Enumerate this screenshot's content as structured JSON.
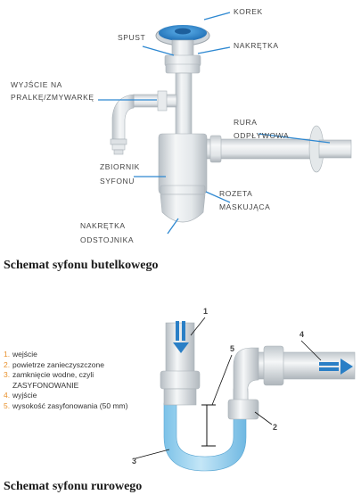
{
  "top_diagram": {
    "labels": {
      "korek": "KOREK",
      "spust": "SPUST",
      "nakretka": "NAKRĘTKA",
      "wyjscie_1": "WYJŚCIE NA",
      "wyjscie_2": "PRALKĘ/ZMYWARKĘ",
      "rura_1": "RURA",
      "rura_2": "ODPŁYWOWA",
      "zbiornik_1": "ZBIORNIK",
      "zbiornik_2": "SYFONU",
      "rozeta_1": "ROZETA",
      "rozeta_2": "MASKUJĄCA",
      "nakretka_odst_1": "NAKRĘTKA",
      "nakretka_odst_2": "ODSTOJNIKA"
    },
    "caption": "Schemat syfonu butelkowego"
  },
  "bottom_diagram": {
    "legend": [
      {
        "num": "1.",
        "text": "wejście"
      },
      {
        "num": "2.",
        "text": "powietrze zanieczyszczone"
      },
      {
        "num": "3.",
        "text": "zamknięcie wodne, czyli"
      },
      {
        "num": "",
        "text": "ZASYFONOWANIE"
      },
      {
        "num": "4.",
        "text": "wyjście"
      },
      {
        "num": "5.",
        "text": "wysokość zasyfonowania (50 mm)"
      }
    ],
    "markers": [
      "1",
      "5",
      "4",
      "2",
      "3"
    ],
    "caption": "Schemat syfonu rurowego"
  },
  "colors": {
    "plastic": "#e9ecee",
    "plastic_shade": "#c7cdd2",
    "cap_blue": "#2f8fd6",
    "water": "#9fd4ef",
    "arrow_blue": "#2a7fc6",
    "legend_number": "#e8902a"
  }
}
